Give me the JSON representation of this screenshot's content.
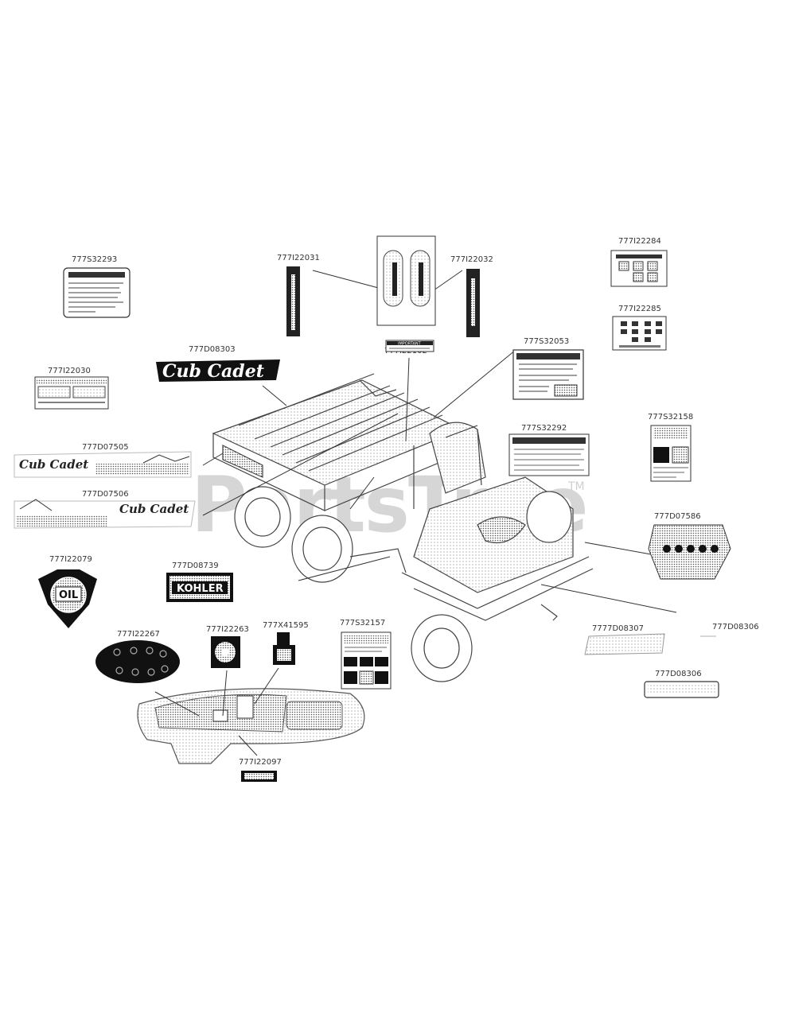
{
  "watermark": "PartsTree",
  "watermark_tm": "TM",
  "kohler_text": "KOHLER",
  "oil_text": "OIL",
  "brand_script": "Cub Cadet",
  "important_text": "IMPORTANT",
  "parts": {
    "p777S32293": "777S32293",
    "p777I22031": "777I22031",
    "p777I22032": "777I22032",
    "p777I22284": "777I22284",
    "p777I22285": "777I22285",
    "p777I22102": "777I22102",
    "p777D08303": "777D08303",
    "p777S32053": "777S32053",
    "p777I22030": "777I22030",
    "p777S32158": "777S32158",
    "p777D07505": "777D07505",
    "p777S32292": "777S32292",
    "p777D07506": "777D07506",
    "p777D07586": "777D07586",
    "p777I22079": "777I22079",
    "p777D08739": "777D08739",
    "p777I22267": "777I22267",
    "p777I22263": "777I22263",
    "p777X41595": "777X41595",
    "p777S32157": "777S32157",
    "p7777D08307": "7777D08307",
    "p777D08306a": "777D08306",
    "p777D08306b": "777D08306",
    "p777I22097": "777I22097"
  }
}
